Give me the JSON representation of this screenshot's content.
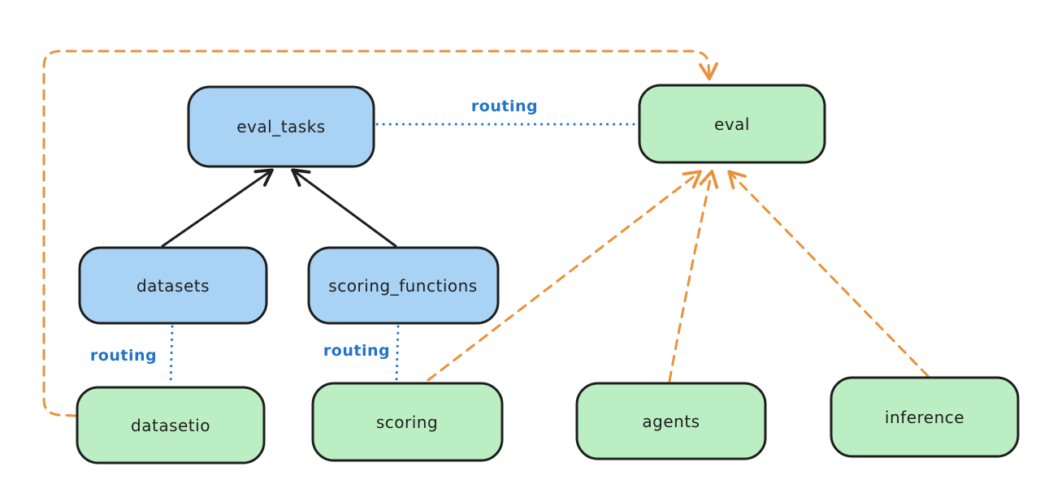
{
  "diagram": {
    "type": "dependency-graph",
    "background": "#ffffff",
    "nodes": {
      "eval_tasks": {
        "label": "eval_tasks",
        "fill": "#a8d3f4",
        "category": "resource"
      },
      "eval": {
        "label": "eval",
        "fill": "#bbeec2",
        "category": "api"
      },
      "datasets": {
        "label": "datasets",
        "fill": "#a8d3f4",
        "category": "resource"
      },
      "scoring_functions": {
        "label": "scoring_functions",
        "fill": "#a8d3f4",
        "category": "resource"
      },
      "datasetio": {
        "label": "datasetio",
        "fill": "#bbeec2",
        "category": "api"
      },
      "scoring": {
        "label": "scoring",
        "fill": "#bbeec2",
        "category": "api"
      },
      "agents": {
        "label": "agents",
        "fill": "#bbeec2",
        "category": "api"
      },
      "inference": {
        "label": "inference",
        "fill": "#bbeec2",
        "category": "api"
      }
    },
    "edges": [
      {
        "from": "datasets",
        "to": "eval_tasks",
        "style": "solid",
        "color": "#1e1e1e",
        "label": ""
      },
      {
        "from": "scoring_functions",
        "to": "eval_tasks",
        "style": "solid",
        "color": "#1e1e1e",
        "label": ""
      },
      {
        "from": "eval_tasks",
        "to": "eval",
        "style": "dotted",
        "color": "#2373c8",
        "label": "routing"
      },
      {
        "from": "datasets",
        "to": "datasetio",
        "style": "dotted",
        "color": "#2373c8",
        "label": "routing"
      },
      {
        "from": "scoring_functions",
        "to": "scoring",
        "style": "dotted",
        "color": "#2373c8",
        "label": "routing"
      },
      {
        "from": "datasetio",
        "to": "eval",
        "style": "dashed-arrow",
        "color": "#e9923c",
        "label": ""
      },
      {
        "from": "scoring",
        "to": "eval",
        "style": "dashed-arrow",
        "color": "#e9923c",
        "label": ""
      },
      {
        "from": "agents",
        "to": "eval",
        "style": "dashed-arrow",
        "color": "#e9923c",
        "label": ""
      },
      {
        "from": "inference",
        "to": "eval",
        "style": "dashed-arrow",
        "color": "#e9923c",
        "label": ""
      }
    ],
    "colors": {
      "blue_node_fill": "#a8d3f4",
      "green_node_fill": "#bbeec2",
      "node_stroke": "#1e1e1e",
      "routing_blue": "#2373c8",
      "orange_dashed": "#e9923c",
      "text": "#1e1e1e",
      "background": "#ffffff"
    }
  }
}
